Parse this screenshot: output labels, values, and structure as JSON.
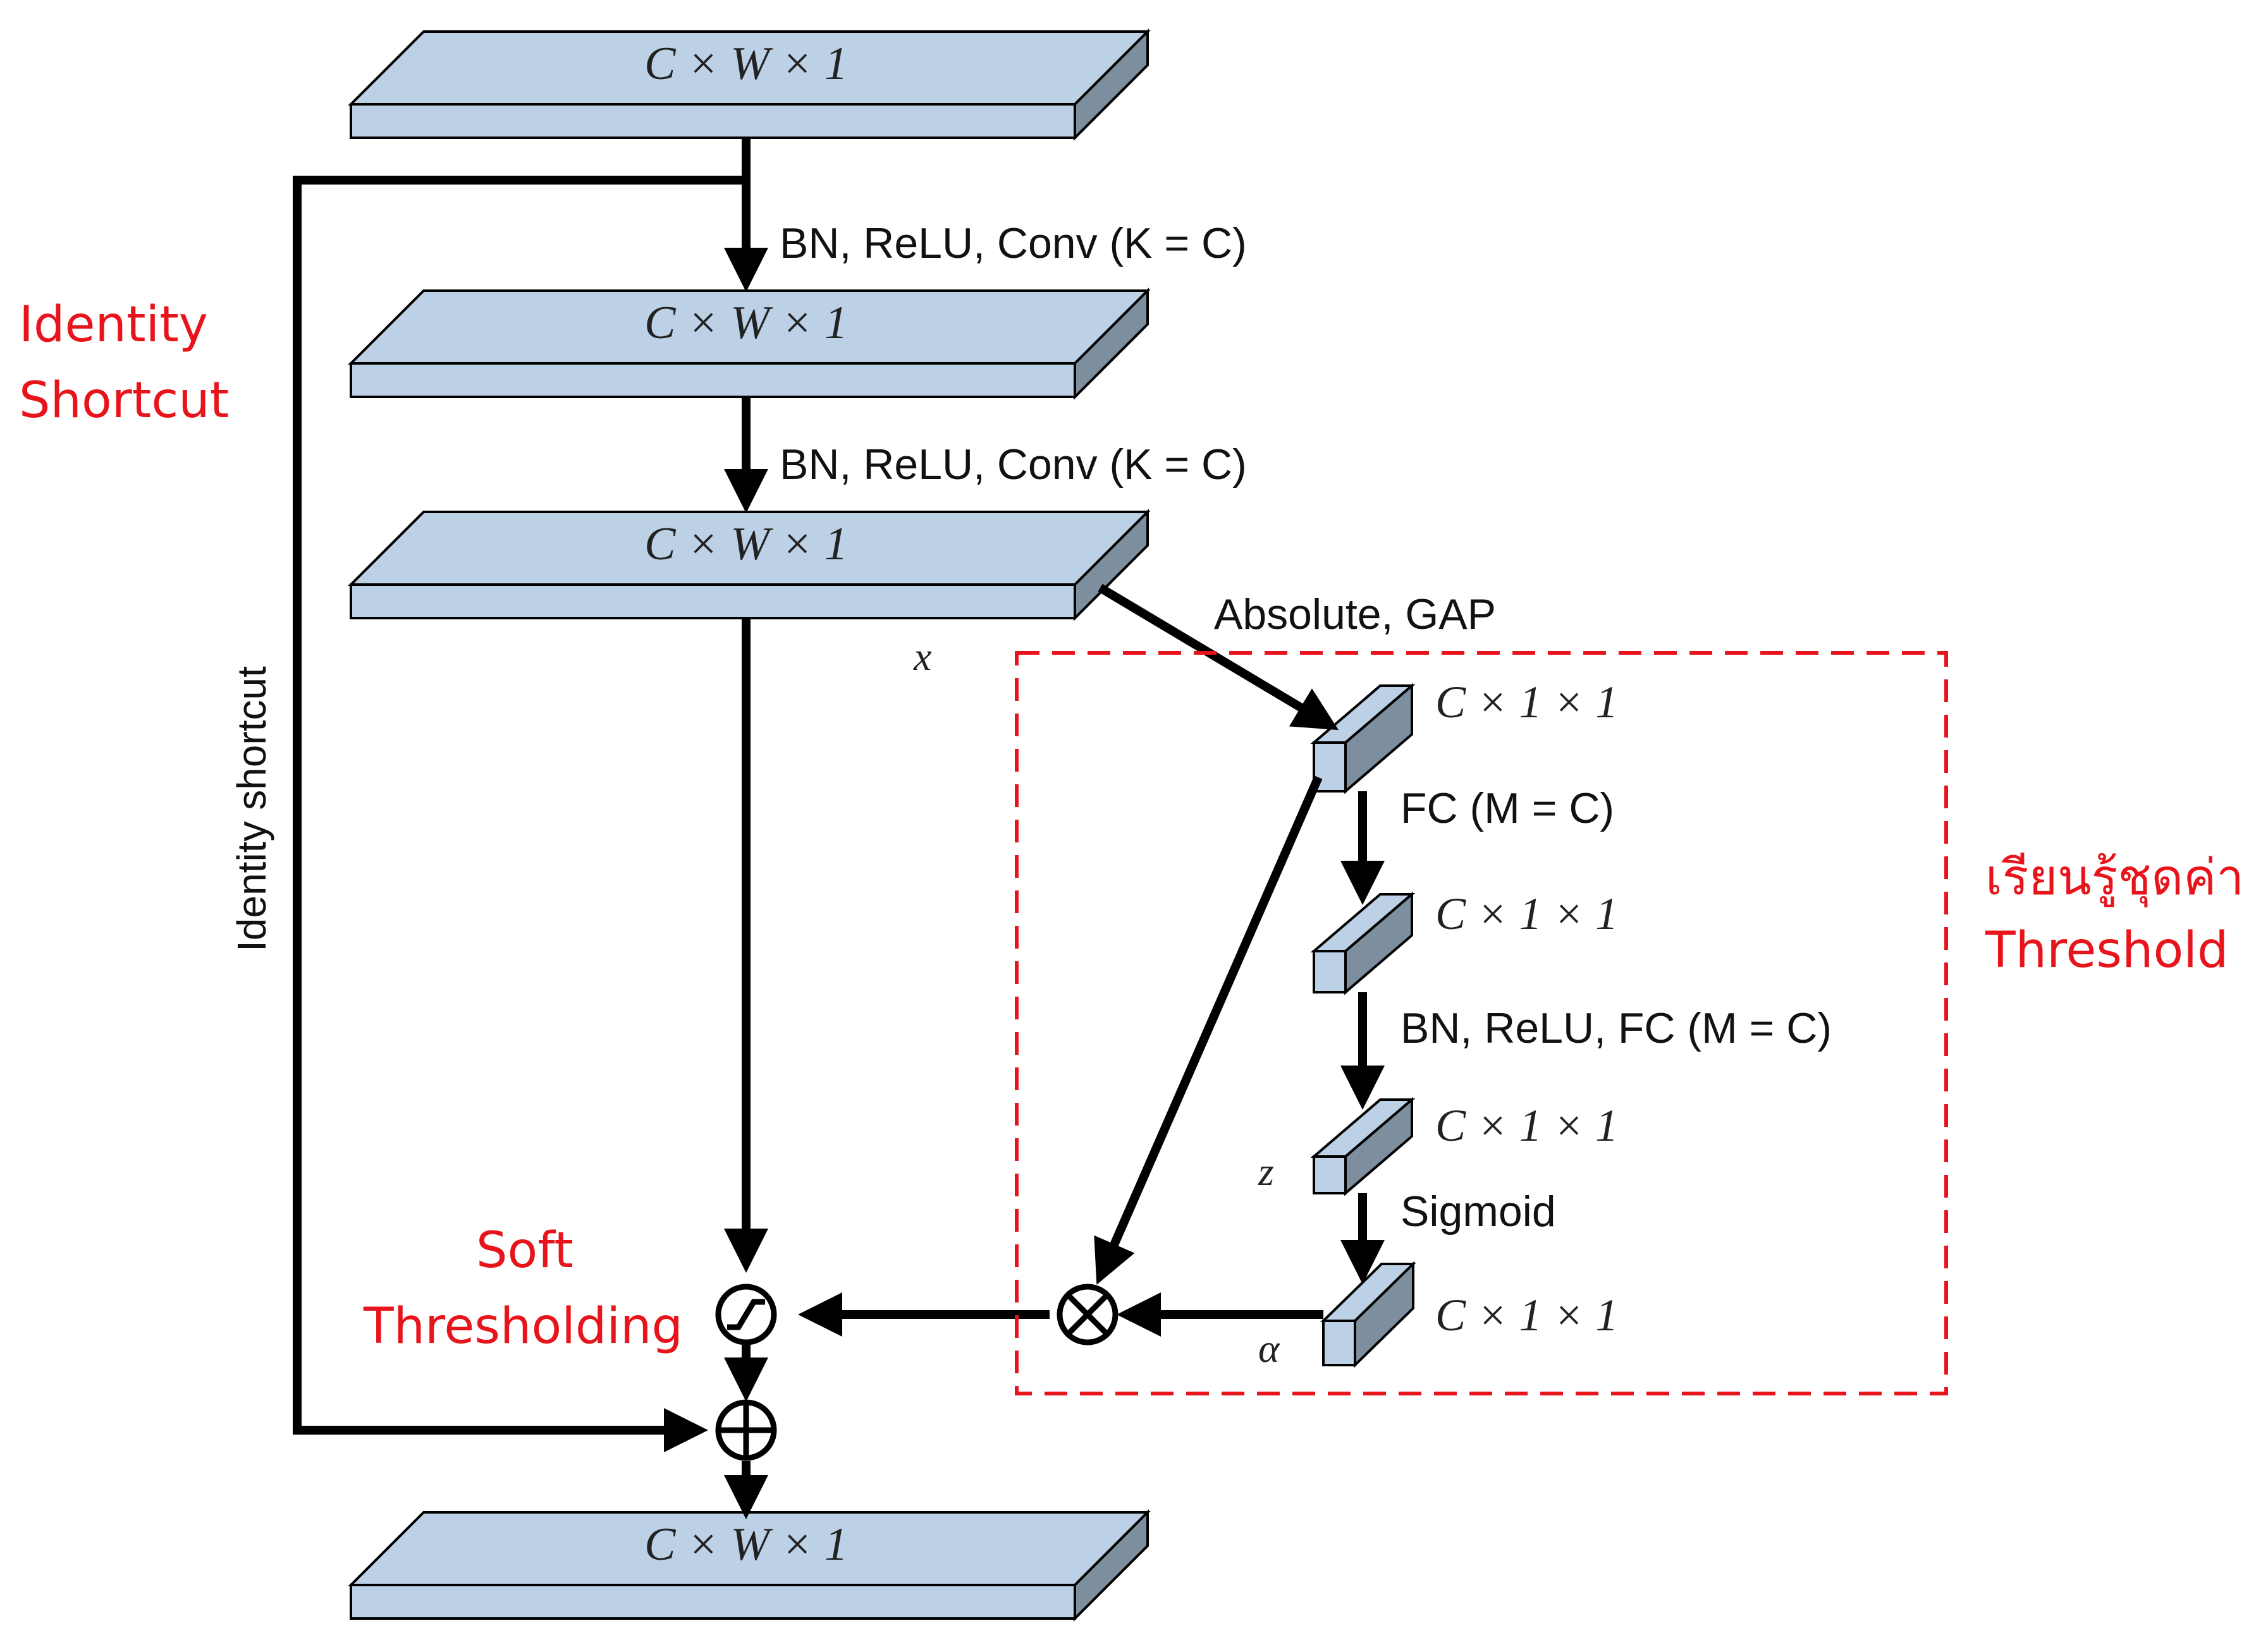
{
  "tensors": {
    "input": "C × W × 1",
    "conv1_out": "C × W × 1",
    "conv2_out": "C × W × 1",
    "output": "C × W × 1",
    "gap_out": "C × 1 × 1",
    "fc1_out": "C × 1 × 1",
    "fc2_out": "C × 1 × 1",
    "sigmoid_out": "C × 1 × 1"
  },
  "ops": {
    "conv1": "BN, ReLU, Conv (K = C)",
    "conv2": "BN, ReLU, Conv (K = C)",
    "gap": "Absolute, GAP",
    "fc1": "FC (M = C)",
    "fc2": "BN, ReLU, FC (M = C)",
    "sigmoid": "Sigmoid"
  },
  "symbols": {
    "x": "x",
    "z": "z",
    "alpha": "α"
  },
  "shortcut_vertical": "Identity shortcut",
  "annotations": {
    "identity_line1": "Identity",
    "identity_line2": "Shortcut",
    "soft_line1": "Soft",
    "soft_line2": "Thresholding",
    "learn_line1": "เรียนรู้ชุดค่า",
    "learn_line2": "Threshold"
  },
  "colors": {
    "block_fill": "#bcd0e6",
    "block_side": "#7d8e9f",
    "annotation_red": "#e8141b"
  }
}
